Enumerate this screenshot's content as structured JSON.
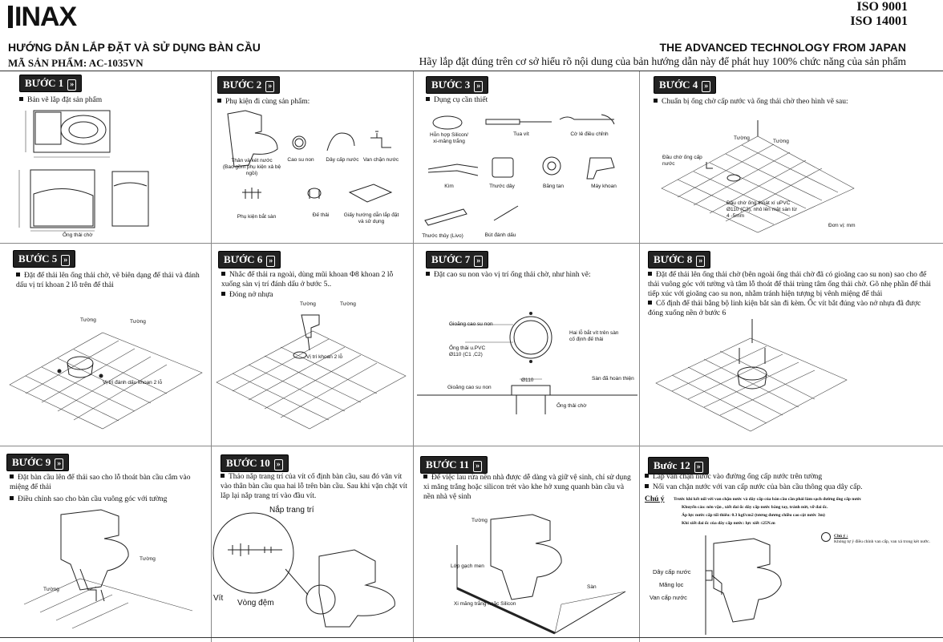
{
  "header": {
    "brand": "INAX",
    "iso1": "ISO  9001",
    "iso2": "ISO 14001",
    "title_vn": "HƯỚNG DẪN LẮP ĐẶT VÀ SỬ DỤNG BÀN CẦU",
    "title_en": "THE ADVANCED TECHNOLOGY FROM JAPAN",
    "model": "MÃ SẢN PHẨM: AC-1035VN",
    "note": "Hãy lắp đặt đúng trên cơ sở hiểu rõ nội dung của bản hướng dẫn này để phát huy 100% chức năng của sản phẩm"
  },
  "steps": [
    {
      "badge": "BƯỚC 1",
      "text": [
        "Bản vẽ lắp đặt sản phẩm"
      ],
      "captions": [
        "Ống thải chờ"
      ]
    },
    {
      "badge": "BƯỚC 2",
      "text": [
        "Phụ kiện đi cùng sản phẩm:"
      ],
      "captions": [
        "Thân và két nước",
        "(Bao gồm phụ kiện xả bệ ngồi)",
        "Cao su non",
        "Dây cấp nước",
        "Van chặn nước",
        "Phụ kiện bắt sàn",
        "Đế thải",
        "Giấy hướng dẫn lắp đặt và sử dụng"
      ]
    },
    {
      "badge": "BƯỚC 3",
      "text": [
        "Dụng cụ cần thiết"
      ],
      "captions": [
        "Hỗn hợp Silicon/",
        "xi-măng trắng",
        "Tua vít",
        "Cờ lê điều chỉnh",
        "Kìm",
        "Thước dây",
        "Băng tan",
        "Máy khoan",
        "Thước thủy (Livo)",
        "Bút đánh dấu"
      ]
    },
    {
      "badge": "BƯỚC 4",
      "text": [
        "Chuẩn bị ống chờ cấp nước và ống thải chờ theo hình vẽ sau:"
      ],
      "captions": [
        "Tường",
        "Tường",
        "Đầu chờ ống cấp nước",
        "Đầu chờ ống thoát xí uPVC",
        "Ø110 (C3), nhô lên mặt sàn từ",
        "4 -5mm",
        "Đơn vị: mm"
      ]
    },
    {
      "badge": "BƯỚC 5",
      "text": [
        "Đặt đế thải lên ống thải chờ, vẽ biên dạng đế thải và đánh dấu vị trí khoan 2 lỗ trên đế thải"
      ],
      "captions": [
        "Tường",
        "Tường",
        "Vị trí đánh dấu khoan 2 lỗ"
      ]
    },
    {
      "badge": "BƯỚC 6",
      "text": [
        "Nhắc đế thải ra ngoài, dùng mũi khoan Φ8 khoan 2 lỗ xuống sàn vị trí đánh dấu ở bước 5..",
        "Đóng nở nhựa"
      ],
      "captions": [
        "Tường",
        "Tường",
        "Vị trí khoan 2 lỗ"
      ]
    },
    {
      "badge": "BƯỚC 7",
      "text": [
        "Đặt cao su non vào vị trí ống thải chờ, như hình vẽ:"
      ],
      "captions": [
        "Gioăng cao su non",
        "Ống thải u.PVC",
        "Ø110 (C1 ,C2)",
        "Hai lỗ bắt vít trên sàn",
        "cố định đế thải",
        "Sàn đã hoàn thiện",
        "Gioăng cao su non",
        "Ø110",
        "Ống thải chờ"
      ]
    },
    {
      "badge": "BƯỚC 8",
      "text": [
        "Đặt đế thải lên ống thải chờ (bên ngoài ống thải chờ đã có gioăng cao su non) sao cho đế thải vuông góc với tường và tâm lỗ thoát đế thải trùng tâm ống thải chờ. Gõ nhẹ phần đế thải tiếp xúc với gioăng cao su non, nhằm tránh hiện tượng bị vênh miệng đế thải",
        "Cố định đế thải bằng bộ linh kiện bắt sàn đi kèm. Ốc vít bắt đúng vào nở nhựa đã được đóng xuống nền ở bước 6"
      ],
      "captions": []
    },
    {
      "badge": "BƯỚC 9",
      "text": [
        "Đặt bàn cầu lên đế thải sao cho lỗ thoát bàn cầu cắm vào miệng đế thải",
        "Điều chỉnh sao cho bàn cầu vuông góc với tường"
      ],
      "captions": [
        "Tường",
        "Tường"
      ]
    },
    {
      "badge": "BƯỚC 10",
      "text": [
        "Thảo nắp trang trí của vít cố định bàn cầu, sau đó văn vít vào thân bàn cầu qua hai lỗ trên bàn cầu. Sau khi vặn chặt vít lắp lại nắp trang trí vào đầu vít."
      ],
      "captions": [
        "Nắp trang trí",
        "Vít",
        "Vòng đệm"
      ]
    },
    {
      "badge": "BƯỚC 11",
      "text": [
        "Để việc lau rửa nền nhà được dễ dàng và giữ vệ sinh, chỉ sử dụng xi măng trắng hoặc silicon trét vào khe hở xung quanh bàn cầu và nền nhà vệ sinh"
      ],
      "captions": [
        "Tường",
        "Lớp gạch men",
        "Sàn",
        "Xi măng trắng hoặc Silicon"
      ]
    },
    {
      "badge": "Bước 12",
      "text": [
        "Lắp van chặn nước vào đường ống cấp nước trên tường",
        "Nối van chặn nước với van cấp nước của bàn cầu thông qua dây cấp."
      ],
      "captions": [
        "Dây cấp nước",
        "Măng lọc",
        "Van cấp nước"
      ]
    }
  ],
  "step12_note": {
    "label": "Chú ý",
    "lines": [
      "Trước khi kết nối với van chặn nước và dây cấp của bàn cầu cần phải làm sạch đường ống cấp nước",
      "Khuyến cáo: nên vặn , xiết đai ốc dây cấp nước bằng tay, tránh nứt, vỡ đai ốc.",
      "Áp lực nước cấp tối thiểu: 0.3 kgf/cm2 (tương đương chiều cao cột nước 3m)",
      "Khi xiết đai ốc của dây cấp nước: lực xiết ≤25N.m"
    ],
    "side_label": "Chú ý :",
    "side_text": "Không tự ý điều chỉnh van cấp, van xả trong két nước."
  }
}
